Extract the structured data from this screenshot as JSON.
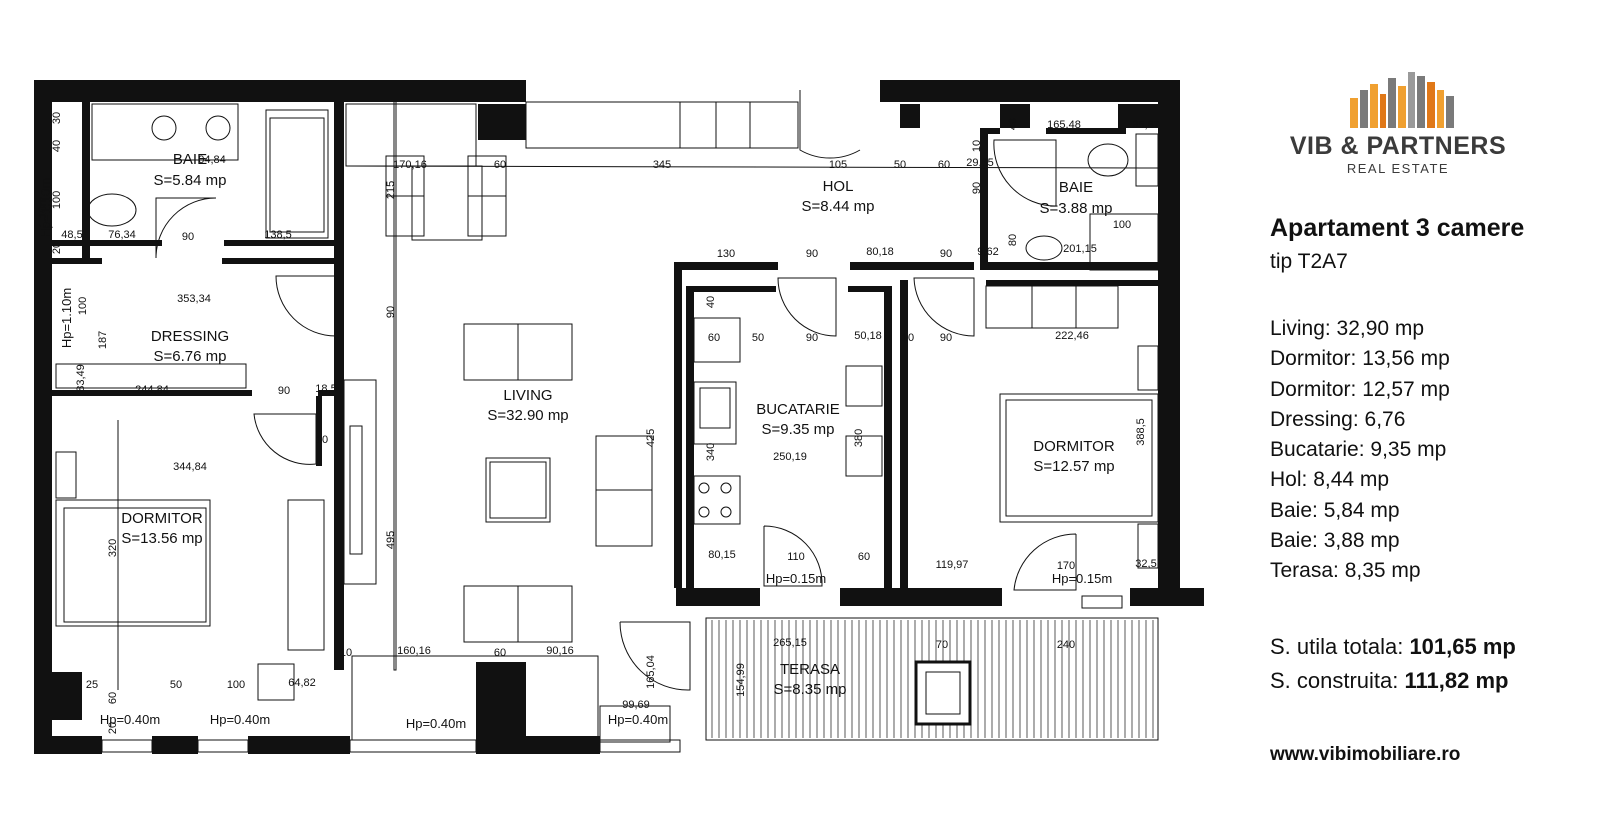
{
  "brand": {
    "name": "VIB & PARTNERS",
    "tagline": "REAL ESTATE",
    "logo_colors": [
      "#f0a030",
      "#7a7a7a",
      "#e07818",
      "#9a9a9a"
    ]
  },
  "listing": {
    "title": "Apartament 3 camere",
    "type": "tip T2A7",
    "areas": [
      {
        "label": "Living",
        "value": "32,90 mp"
      },
      {
        "label": "Dormitor",
        "value": "13,56 mp"
      },
      {
        "label": "Dormitor",
        "value": "12,57 mp"
      },
      {
        "label": "Dressing",
        "value": "6,76"
      },
      {
        "label": "Bucatarie",
        "value": "9,35 mp"
      },
      {
        "label": "Hol",
        "value": "8,44 mp"
      },
      {
        "label": "Baie",
        "value": "5,84 mp"
      },
      {
        "label": "Baie",
        "value": "3,88 mp"
      },
      {
        "label": "Terasa",
        "value": "8,35 mp"
      }
    ],
    "total_useful_label": "S. utila totala:",
    "total_useful_value": "101,65 mp",
    "total_built_label": "S. construita:",
    "total_built_value": "111,82 mp",
    "website": "www.vibimobiliare.ro"
  },
  "plan": {
    "rooms": [
      {
        "id": "baie1",
        "name": "BAIE",
        "area": "S=5.84  mp"
      },
      {
        "id": "dressing",
        "name": "DRESSING",
        "area": "S=6.76  mp"
      },
      {
        "id": "dormitor1",
        "name": "DORMITOR",
        "area": "S=13.56  mp"
      },
      {
        "id": "living",
        "name": "LIVING",
        "area": "S=32.90  mp"
      },
      {
        "id": "hol",
        "name": "HOL",
        "area": "S=8.44  mp"
      },
      {
        "id": "baie2",
        "name": "BAIE",
        "area": "S=3.88  mp"
      },
      {
        "id": "bucatarie",
        "name": "BUCATARIE",
        "area": "S=9.35  mp"
      },
      {
        "id": "dormitor2",
        "name": "DORMITOR",
        "area": "S=12.57  mp"
      },
      {
        "id": "terasa",
        "name": "TERASA",
        "area": "S=8.35  mp"
      }
    ],
    "sill_heights": [
      "Hp=1.10m",
      "Hp=1.10m",
      "Hp=0.40m",
      "Hp=0.40m",
      "Hp=0.40m",
      "Hp=0.40m",
      "Hp=0.15m",
      "Hp=0.15m"
    ],
    "dimensions": [
      "30",
      "40",
      "04,84",
      "1.10m",
      "100",
      "48,5",
      "76,34",
      "90",
      "138,5",
      "20",
      "170,16",
      "60",
      "345",
      "105",
      "50",
      "60",
      "29,85",
      "10",
      "90",
      "40",
      "165,48",
      "35,67",
      "215",
      "80",
      "201,15",
      "100",
      "9,62",
      "130",
      "90",
      "80,18",
      "90",
      "353,34",
      "100",
      "187",
      "90",
      "40",
      "60",
      "50",
      "90",
      "50,18",
      "10",
      "90",
      "222,46",
      "83,49",
      "244,84",
      "90",
      "18,5",
      "10",
      "344,84",
      "425",
      "340",
      "250,19",
      "380",
      "388,5",
      "320",
      "495",
      "80,15",
      "110",
      "60",
      "119,97",
      "170",
      "32,5",
      "10",
      "160,16",
      "60",
      "90,16",
      "165,04",
      "265,15",
      "70",
      "240",
      "154,99",
      "25",
      "60",
      "50",
      "100",
      "64,82",
      "99,69",
      "20"
    ]
  }
}
